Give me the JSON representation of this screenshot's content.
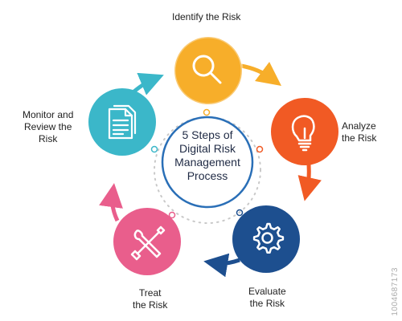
{
  "colors": {
    "identify": "#F7AE2A",
    "analyze": "#F15A24",
    "evaluate": "#1D4F8F",
    "treat": "#E95E8C",
    "monitor": "#3BB7C9",
    "center_ring": "#2A6FB7"
  },
  "center": {
    "title": "5 Steps of\nDigital Risk\nManagement\nProcess"
  },
  "steps": [
    {
      "label": "Identify the Risk",
      "icon": "magnifier-icon"
    },
    {
      "label": "Analyze\nthe Risk",
      "icon": "lightbulb-icon"
    },
    {
      "label": "Evaluate\nthe Risk",
      "icon": "gear-icon"
    },
    {
      "label": "Treat\nthe Risk",
      "icon": "tools-icon"
    },
    {
      "label": "Monitor and\nReview the\nRisk",
      "icon": "documents-icon"
    }
  ],
  "watermark": {
    "id": "1004687173"
  }
}
